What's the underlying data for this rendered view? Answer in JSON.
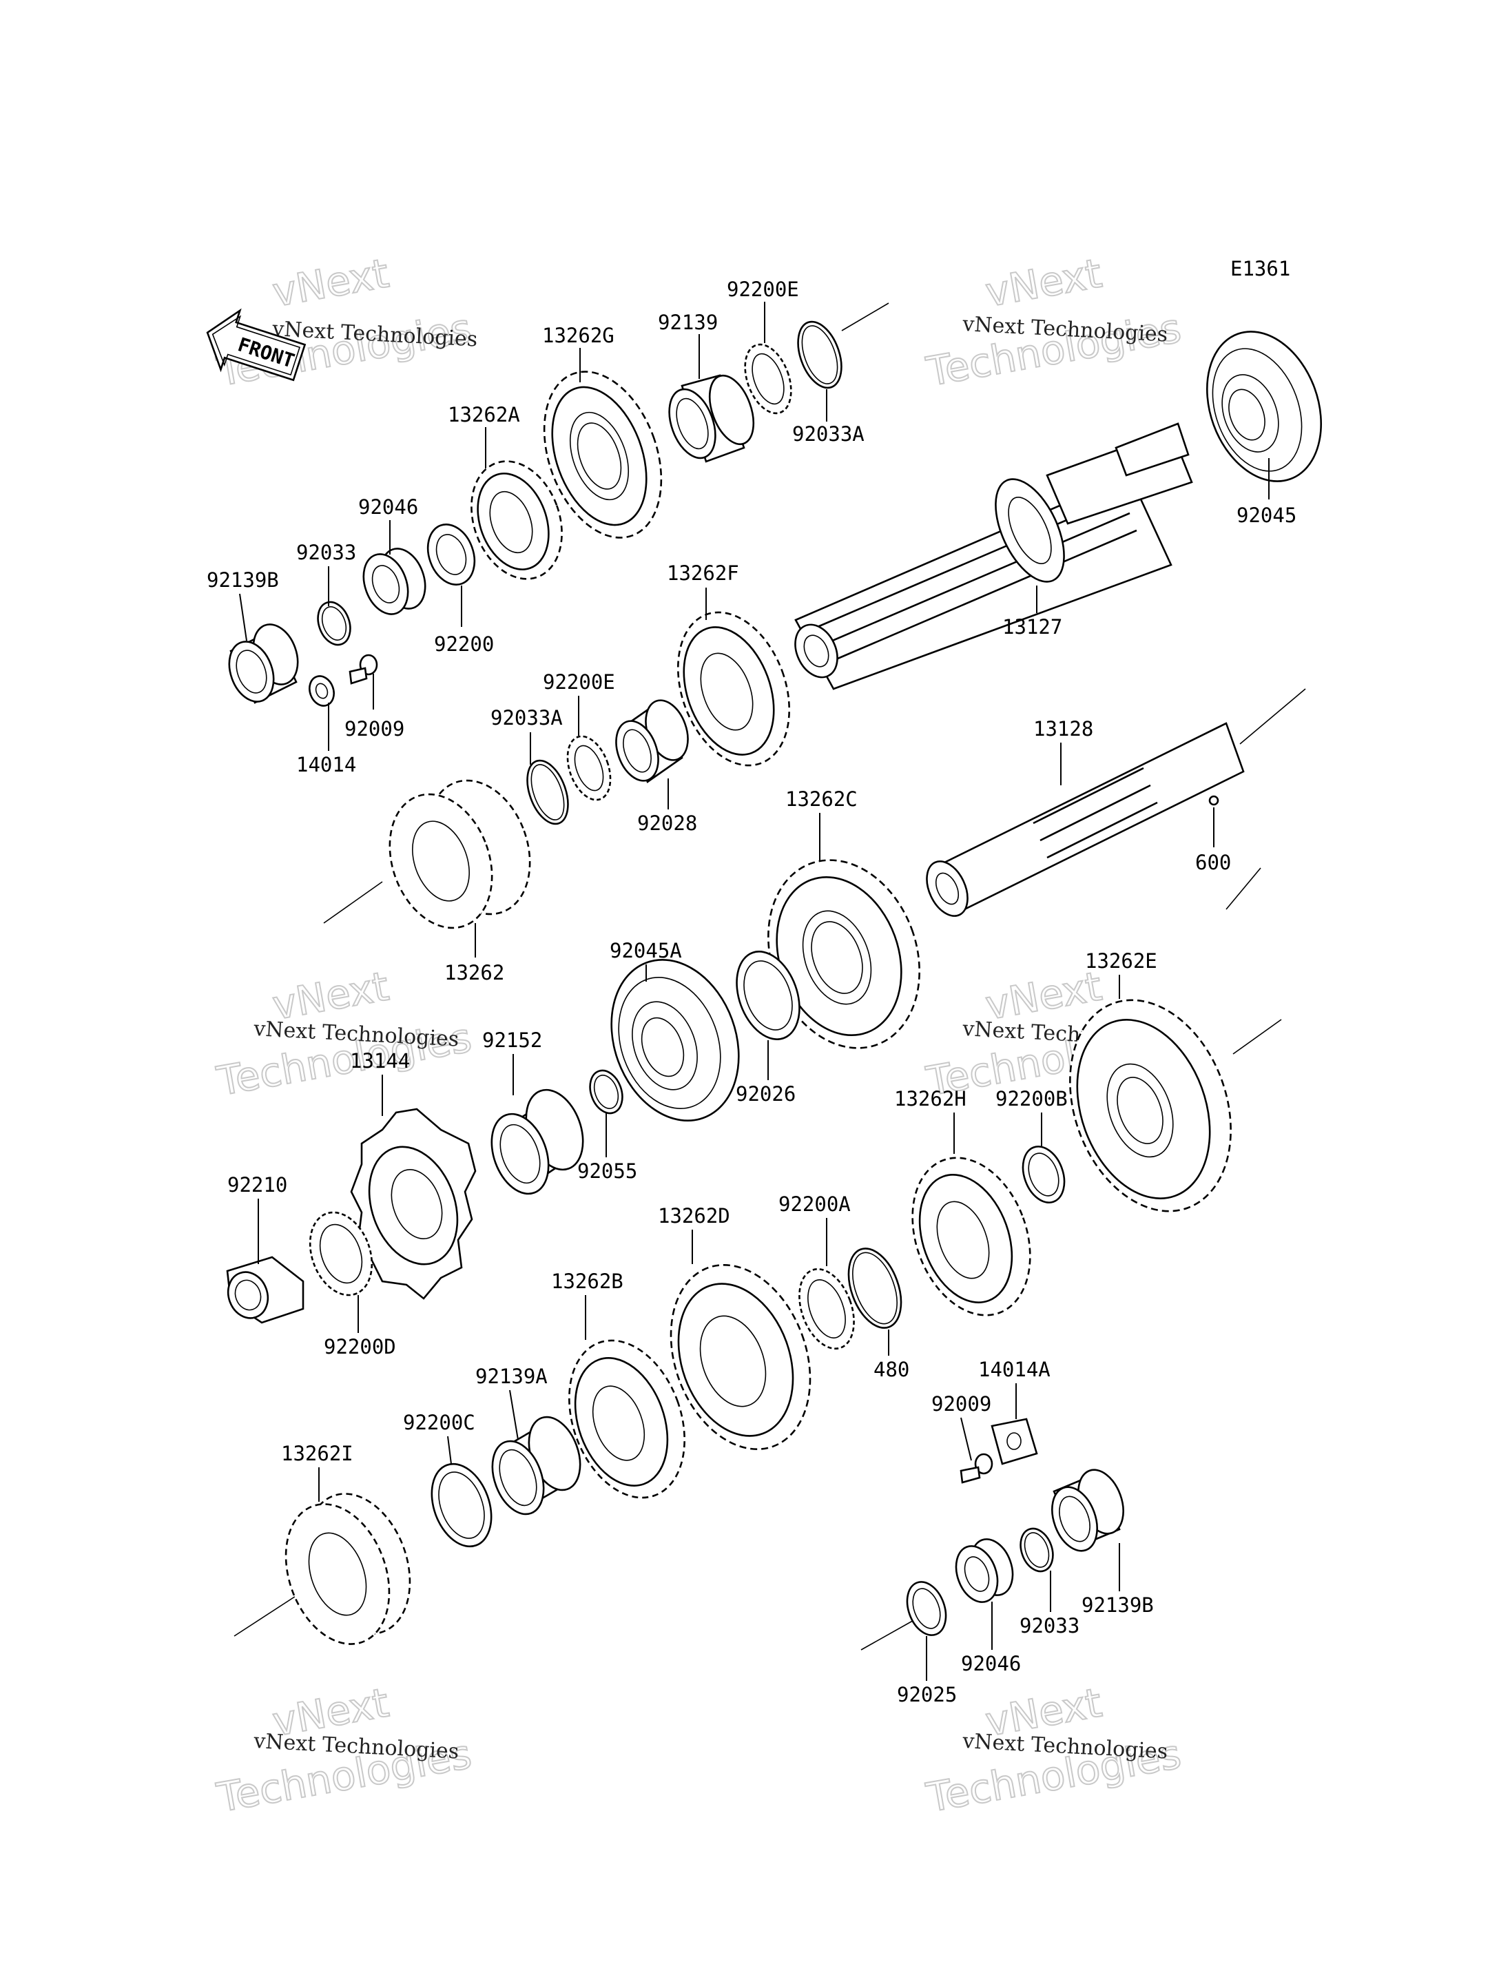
{
  "diagram_id": "E1361",
  "front_label": "FRONT",
  "watermark": {
    "company": "vNext Technologies",
    "line1": "vNext",
    "line2": "Technologies"
  },
  "parts": [
    {
      "id": "p-92200E-a",
      "label": "92200E"
    },
    {
      "id": "p-92139",
      "label": "92139"
    },
    {
      "id": "p-13262G",
      "label": "13262G"
    },
    {
      "id": "p-13262A",
      "label": "13262A"
    },
    {
      "id": "p-92046-a",
      "label": "92046"
    },
    {
      "id": "p-92033-a",
      "label": "92033"
    },
    {
      "id": "p-92139B-a",
      "label": "92139B"
    },
    {
      "id": "p-92200",
      "label": "92200"
    },
    {
      "id": "p-92009-a",
      "label": "92009"
    },
    {
      "id": "p-14014",
      "label": "14014"
    },
    {
      "id": "p-92033A-a",
      "label": "92033A"
    },
    {
      "id": "p-92045",
      "label": "92045"
    },
    {
      "id": "p-13127",
      "label": "13127"
    },
    {
      "id": "p-13262F",
      "label": "13262F"
    },
    {
      "id": "p-92200E-b",
      "label": "92200E"
    },
    {
      "id": "p-92033A-b",
      "label": "92033A"
    },
    {
      "id": "p-92028",
      "label": "92028"
    },
    {
      "id": "p-13128",
      "label": "13128"
    },
    {
      "id": "p-600",
      "label": "600"
    },
    {
      "id": "p-13262",
      "label": "13262"
    },
    {
      "id": "p-13262C",
      "label": "13262C"
    },
    {
      "id": "p-92045A",
      "label": "92045A"
    },
    {
      "id": "p-92026",
      "label": "92026"
    },
    {
      "id": "p-92152",
      "label": "92152"
    },
    {
      "id": "p-13144",
      "label": "13144"
    },
    {
      "id": "p-92055",
      "label": "92055"
    },
    {
      "id": "p-13262E",
      "label": "13262E"
    },
    {
      "id": "p-13262H",
      "label": "13262H"
    },
    {
      "id": "p-92200B",
      "label": "92200B"
    },
    {
      "id": "p-92210",
      "label": "92210"
    },
    {
      "id": "p-92200D",
      "label": "92200D"
    },
    {
      "id": "p-13262D",
      "label": "13262D"
    },
    {
      "id": "p-92200A",
      "label": "92200A"
    },
    {
      "id": "p-13262B",
      "label": "13262B"
    },
    {
      "id": "p-480",
      "label": "480"
    },
    {
      "id": "p-14014A",
      "label": "14014A"
    },
    {
      "id": "p-92009-b",
      "label": "92009"
    },
    {
      "id": "p-92200C",
      "label": "92200C"
    },
    {
      "id": "p-92139A",
      "label": "92139A"
    },
    {
      "id": "p-13262I",
      "label": "13262I"
    },
    {
      "id": "p-92033-b",
      "label": "92033"
    },
    {
      "id": "p-92139B-b",
      "label": "92139B"
    },
    {
      "id": "p-92046-b",
      "label": "92046"
    },
    {
      "id": "p-92025",
      "label": "92025"
    }
  ]
}
